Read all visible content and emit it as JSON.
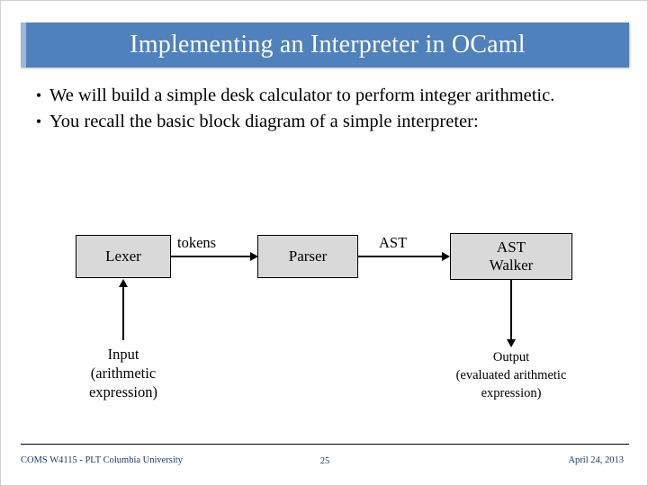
{
  "slide": {
    "title": "Implementing an Interpreter in OCaml",
    "title_bg": "#4f81bd",
    "title_accent": "#9fb8d6",
    "bullets": [
      {
        "marker": "•",
        "text": "We will build a simple desk calculator to perform integer arithmetic."
      },
      {
        "marker": "•",
        "text": "You recall the basic block diagram of a simple interpreter:"
      }
    ],
    "diagram": {
      "boxes": [
        {
          "id": "lexer",
          "label": "Lexer"
        },
        {
          "id": "parser",
          "label": "Parser"
        },
        {
          "id": "ast-walker",
          "label": "AST\nWalker"
        }
      ],
      "edge_labels": [
        {
          "id": "tokens",
          "label": "tokens"
        },
        {
          "id": "ast",
          "label": "AST"
        }
      ],
      "captions": [
        {
          "id": "input",
          "lines": [
            "Input",
            "(arithmetic",
            "expression)"
          ]
        },
        {
          "id": "output",
          "lines": [
            "Output",
            "(evaluated arithmetic",
            "expression)"
          ]
        }
      ],
      "box_fill": "#d9d9d9"
    },
    "footer": {
      "left": "COMS W4115 - PLT   Columbia University",
      "page_number": "25",
      "date": "April 24, 2013",
      "color": "#17375e"
    }
  }
}
